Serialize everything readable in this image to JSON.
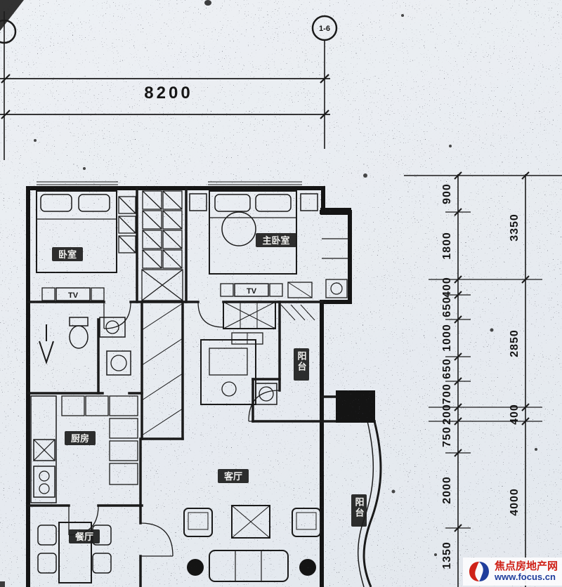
{
  "scan": {
    "paper_color": "#e8ecf1",
    "ink_color": "#1a1a1a"
  },
  "grid_markers": {
    "right_label": "1-6"
  },
  "dimensions": {
    "top_width": "8200",
    "right_inner": [
      "900",
      "1800",
      "400",
      "650",
      "1000",
      "650",
      "700",
      "200",
      "750",
      "2000",
      "1350"
    ],
    "right_outer": [
      "3350",
      "2850",
      "400",
      "4000"
    ]
  },
  "rooms": {
    "bedroom": "卧室",
    "master_bedroom": "主卧室",
    "kitchen": "厨房",
    "living_room": "客厅",
    "dining_room": "餐厅",
    "balcony_mid": "阳台",
    "balcony_lower": "阳台",
    "tv_left": "TV",
    "tv_right": "TV"
  },
  "watermark": {
    "site_name": "焦点房地产网",
    "site_url": "www.focus.cn",
    "brand_red": "#cf2218",
    "brand_blue": "#1f3d9c"
  }
}
